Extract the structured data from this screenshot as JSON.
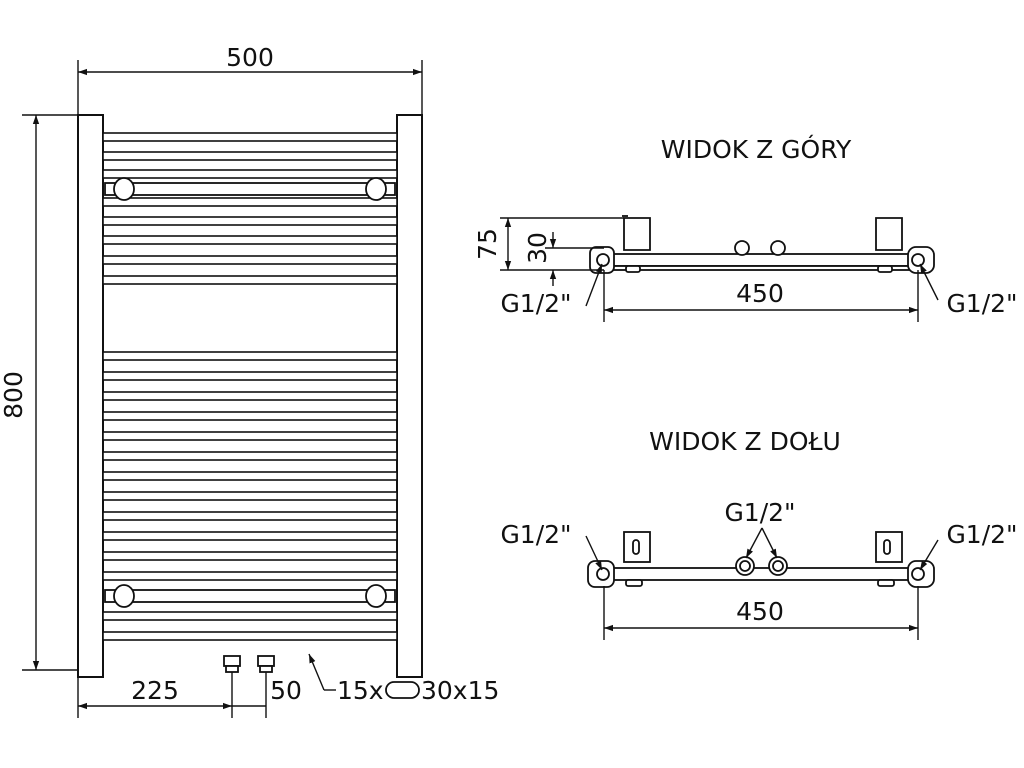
{
  "front_view": {
    "width_label": "500",
    "height_label": "800",
    "offset_label": "225",
    "spacing_label": "50",
    "tube_count": "15x",
    "tube_size": "30x15"
  },
  "top_view": {
    "title": "WIDOK Z GÓRY",
    "depth_label": "75",
    "offset_label": "30",
    "span_label": "450",
    "thread_left": "G1/2\"",
    "thread_right": "G1/2\""
  },
  "bottom_view": {
    "title": "WIDOK Z DOŁU",
    "span_label": "450",
    "thread_left": "G1/2\"",
    "thread_right": "G1/2\"",
    "thread_center": "G1/2\""
  }
}
